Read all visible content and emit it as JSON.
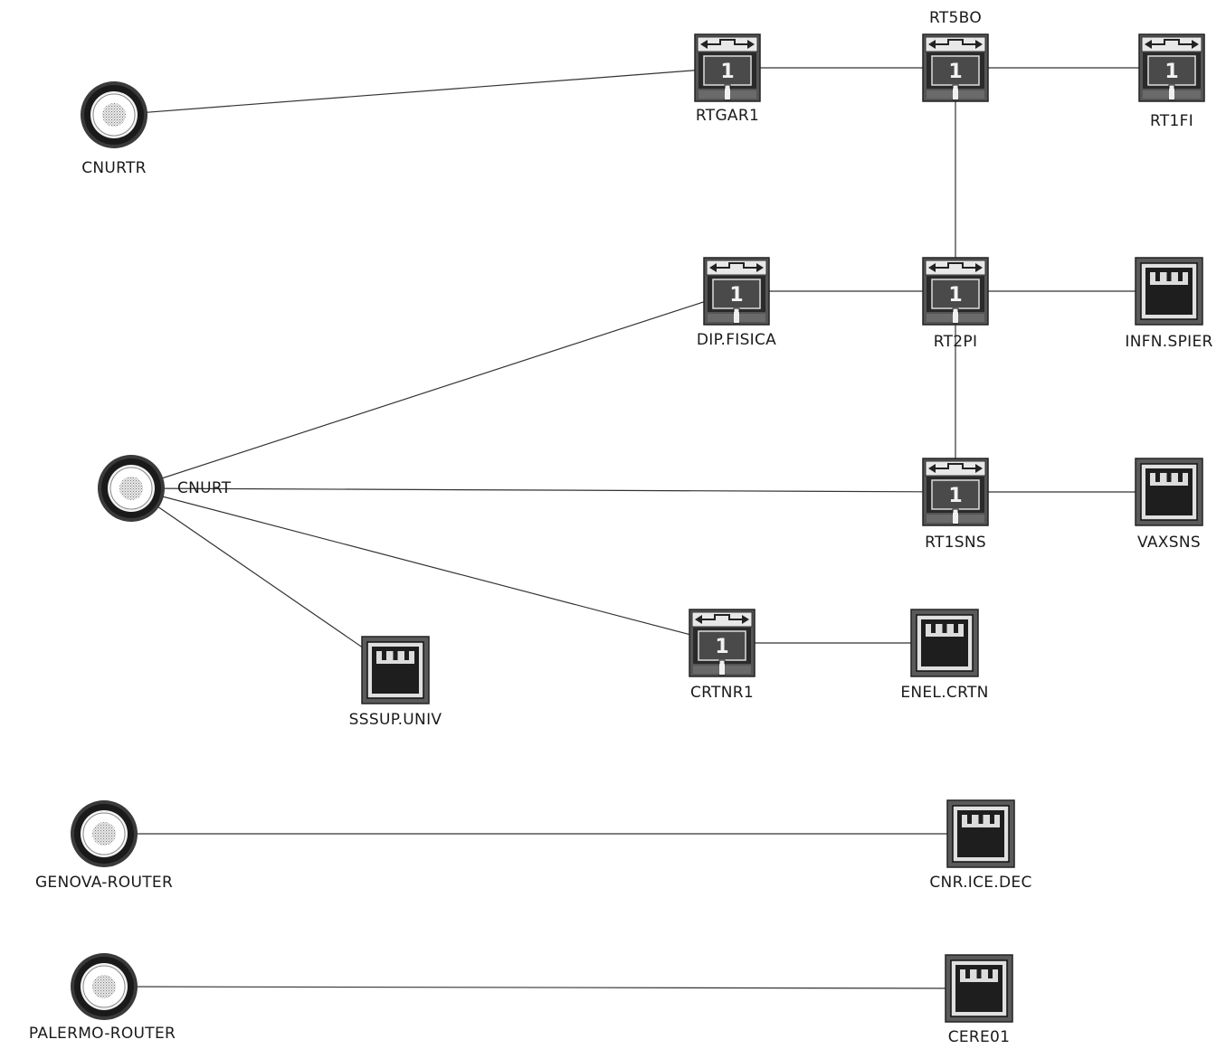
{
  "nodes": {
    "cnurtr": {
      "label": "CNURTR",
      "kind": "hub-icon"
    },
    "cnurt": {
      "label": "CNURT",
      "kind": "hub-icon"
    },
    "genova": {
      "label": "GENOVA-ROUTER",
      "kind": "hub-icon"
    },
    "palermo": {
      "label": "PALERMO-ROUTER",
      "kind": "hub-icon"
    },
    "rtgar1": {
      "label": "RTGAR1",
      "kind": "router-icon"
    },
    "rt5bo": {
      "label": "RT5BO",
      "kind": "router-icon"
    },
    "rt1fi": {
      "label": "RT1FI",
      "kind": "router-icon"
    },
    "dipfisica": {
      "label": "DIP.FISICA",
      "kind": "router-icon"
    },
    "rt2pi": {
      "label": "RT2PI",
      "kind": "router-icon"
    },
    "infnspier": {
      "label": "INFN.SPIER",
      "kind": "host-icon"
    },
    "rt1sns": {
      "label": "RT1SNS",
      "kind": "router-icon"
    },
    "vaxsns": {
      "label": "VAXSNS",
      "kind": "host-icon"
    },
    "crtnr1": {
      "label": "CRTNR1",
      "kind": "router-icon"
    },
    "enelcrtn": {
      "label": "ENEL.CRTN",
      "kind": "host-icon"
    },
    "sssupuniv": {
      "label": "SSSUP.UNIV",
      "kind": "host-icon"
    },
    "cnricedec": {
      "label": "CNR.ICE.DEC",
      "kind": "host-icon"
    },
    "cere01": {
      "label": "CERE01",
      "kind": "host-icon"
    }
  },
  "links": [
    [
      "cnurtr",
      "rtgar1"
    ],
    [
      "rtgar1",
      "rt5bo"
    ],
    [
      "rt5bo",
      "rt1fi"
    ],
    [
      "rt5bo",
      "rt2pi"
    ],
    [
      "dipfisica",
      "rt2pi"
    ],
    [
      "rt2pi",
      "infnspier"
    ],
    [
      "rt2pi",
      "rt1sns"
    ],
    [
      "cnurt",
      "dipfisica"
    ],
    [
      "cnurt",
      "rt1sns"
    ],
    [
      "rt1sns",
      "vaxsns"
    ],
    [
      "cnurt",
      "crtnr1"
    ],
    [
      "crtnr1",
      "enelcrtn"
    ],
    [
      "cnurt",
      "sssupuniv"
    ],
    [
      "genova",
      "cnricedec"
    ],
    [
      "palermo",
      "cere01"
    ]
  ]
}
